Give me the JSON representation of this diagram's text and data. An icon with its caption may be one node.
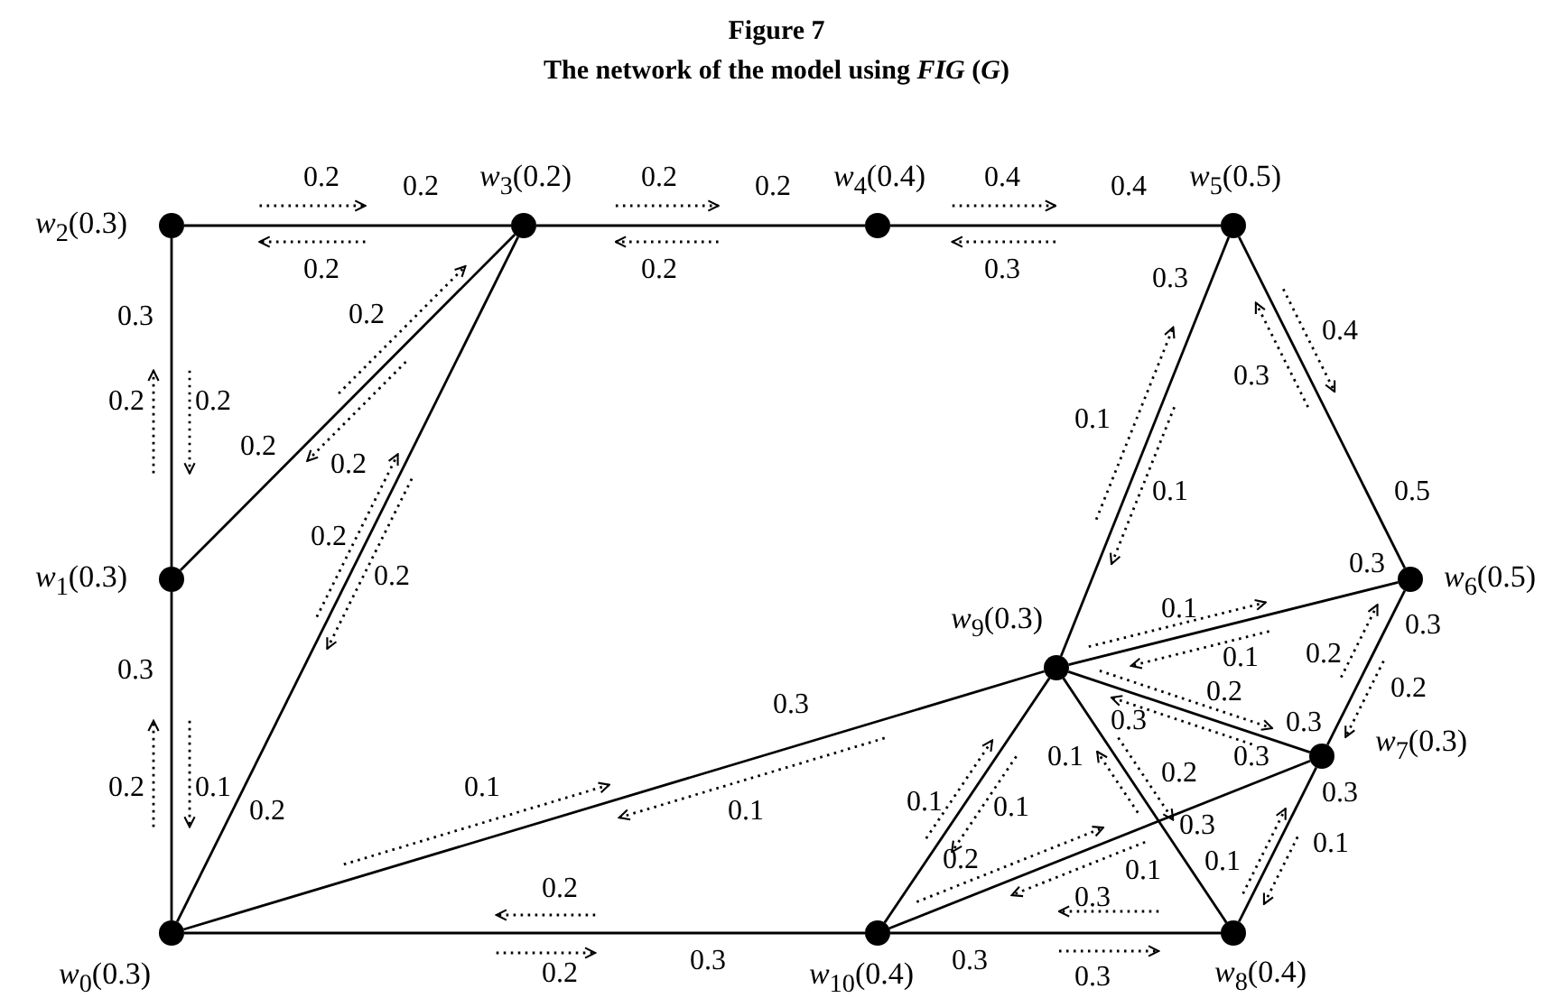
{
  "diagram": {
    "title": "Figure 7",
    "caption": "The network of the model using *FIG* (*G*)",
    "nodes": [
      {
        "text": [],
        "shape": "circle",
        "beside": [
          "*w*$_{0}$(0.3)"
        ]
      },
      {
        "text": [],
        "shape": "circle",
        "beside": [
          "*w*$_{1}$(0.3)"
        ]
      },
      {
        "text": [],
        "shape": "circle",
        "beside": [
          "*w*$_{2}$(0.3)"
        ]
      },
      {
        "text": [],
        "shape": "circle",
        "beside": [
          "*w*$_{3}$(0.2)"
        ]
      },
      {
        "text": [],
        "shape": "circle",
        "beside": [
          "*w*$_{4}$(0.4)"
        ]
      },
      {
        "text": [],
        "shape": "circle",
        "beside": [
          "*w*$_{5}$(0.5)"
        ]
      },
      {
        "text": [],
        "shape": "circle",
        "beside": [
          "*w*$_{6}$(0.5)"
        ]
      },
      {
        "text": [],
        "shape": "circle",
        "beside": [
          "*w*$_{7}$(0.3)"
        ]
      },
      {
        "text": [],
        "shape": "circle",
        "beside": [
          "*w*$_{8}$(0.4)"
        ]
      },
      {
        "text": [],
        "shape": "circle",
        "beside": [
          "*w*$_{9}$(0.3)"
        ]
      },
      {
        "text": [],
        "shape": "circle",
        "beside": [
          "*w*$_{10}$(0.4)"
        ]
      }
    ],
    "edges": [
      {
        "from": 2,
        "to": 3,
        "arrow": "none"
      },
      {
        "from": 3,
        "to": 4,
        "arrow": "none"
      },
      {
        "from": 4,
        "to": 5,
        "arrow": "none"
      },
      {
        "from": 2,
        "to": 1,
        "arrow": "none"
      },
      {
        "from": 1,
        "to": 0,
        "arrow": "none"
      },
      {
        "from": 1,
        "to": 3,
        "arrow": "none"
      },
      {
        "from": 0,
        "to": 3,
        "arrow": "none"
      },
      {
        "from": 5,
        "to": 9,
        "arrow": "none"
      },
      {
        "from": 5,
        "to": 6,
        "arrow": "none"
      },
      {
        "from": 9,
        "to": 6,
        "arrow": "none"
      },
      {
        "from": 6,
        "to": 7,
        "arrow": "none"
      },
      {
        "from": 9,
        "to": 7,
        "arrow": "none"
      },
      {
        "from": 0,
        "to": 9,
        "arrow": "none"
      },
      {
        "from": 9,
        "to": 10,
        "arrow": "none"
      },
      {
        "from": 9,
        "to": 8,
        "arrow": "none"
      },
      {
        "from": 10,
        "to": 7,
        "arrow": "none"
      },
      {
        "from": 7,
        "to": 8,
        "arrow": "none"
      },
      {
        "from": 0,
        "to": 10,
        "arrow": "none"
      },
      {
        "from": 10,
        "to": 8,
        "arrow": "none"
      }
    ],
    "labels": [
      "0.2",
      "0.2",
      "0.2",
      "0.2",
      "0.4",
      "0.4",
      "0.2",
      "0.2",
      "0.3",
      "0.3",
      "0.3",
      "0.2",
      "0.4",
      "0.3",
      "0.2",
      "0.2",
      "0.1",
      "0.2",
      "0.2",
      "0.1",
      "0.5",
      "0.2",
      "0.2",
      "0.3",
      "0.1",
      "0.3",
      "0.3",
      "0.1",
      "0.2",
      "0.3",
      "0.3",
      "0.2",
      "0.3",
      "0.2",
      "0.1",
      "0.2",
      "0.3",
      "0.2",
      "0.1",
      "0.2",
      "0.1",
      "0.1",
      "0.1",
      "0.1",
      "0.3",
      "0.3",
      "0.2",
      "0.1",
      "0.1",
      "0.1",
      "0.2",
      "0.3",
      "0.3",
      "0.3",
      "0.2",
      "0.3"
    ]
  }
}
